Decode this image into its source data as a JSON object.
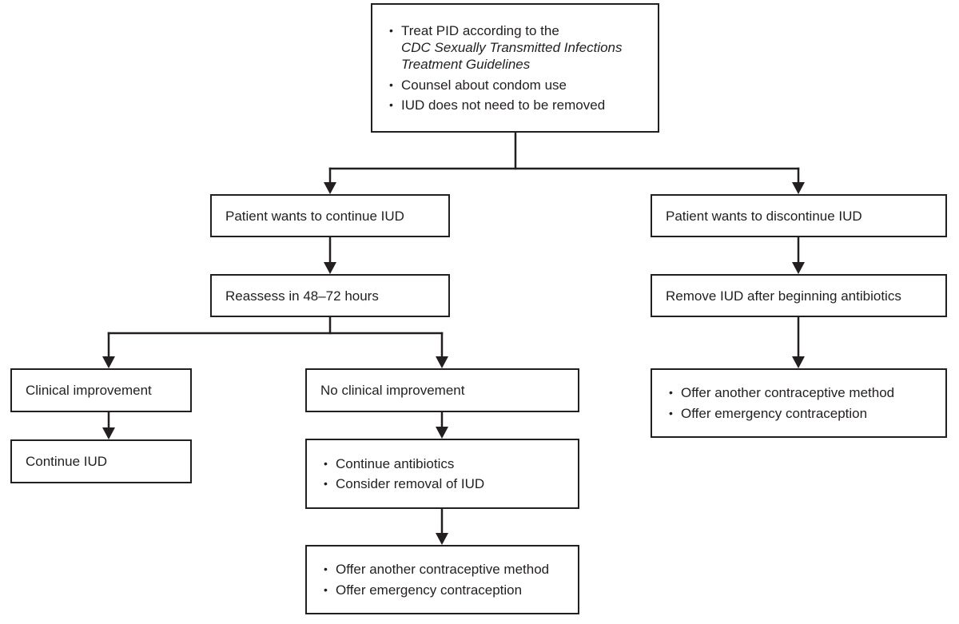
{
  "diagram": {
    "bullet_char": "•",
    "colors": {
      "line": "#231f20",
      "box_border": "#231f20",
      "background": "#ffffff",
      "text": "#231f20"
    },
    "nodes": {
      "treat_pid": {
        "bullet_1_text": "Treat PID according to the",
        "bullet_1_italic": "CDC Sexually Transmitted Infections Treatment Guidelines",
        "bullet_2": "Counsel about condom use",
        "bullet_3": "IUD does not need to be removed"
      },
      "continue_choice": {
        "label": "Patient wants to continue IUD"
      },
      "discontinue_choice": {
        "label": "Patient wants to discontinue IUD"
      },
      "reassess": {
        "label": "Reassess in 48–72 hours"
      },
      "clinical_improvement": {
        "label": "Clinical improvement"
      },
      "no_clinical_improvement": {
        "label": "No clinical improvement"
      },
      "continue_iud": {
        "label": "Continue IUD"
      },
      "continue_antibiotics": {
        "bullets": [
          "Continue antibiotics",
          "Consider removal of IUD"
        ]
      },
      "offer_after_no_improvement": {
        "bullets": [
          "Offer another contraceptive method",
          "Offer emergency contraception"
        ]
      },
      "remove_iud": {
        "label": "Remove IUD after beginning antibiotics"
      },
      "offer_after_removal": {
        "bullets": [
          "Offer another contraceptive method",
          "Offer emergency contraception"
        ]
      }
    }
  }
}
